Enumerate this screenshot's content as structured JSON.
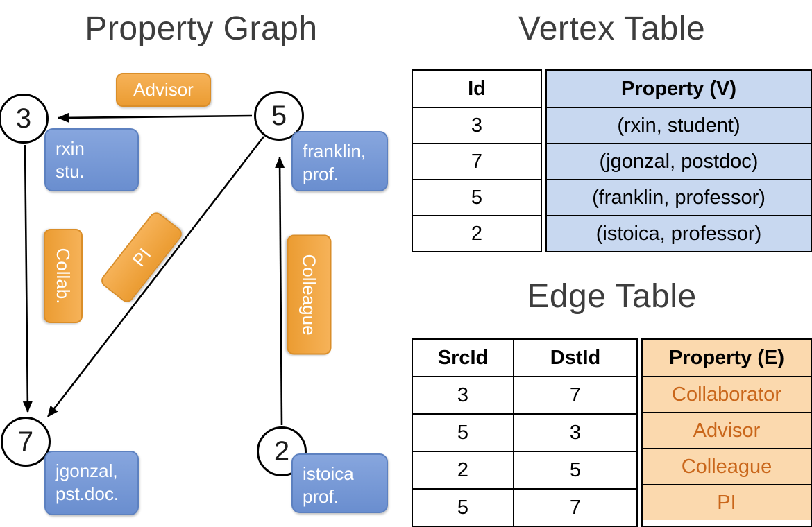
{
  "titles": {
    "graph": "Property Graph",
    "vertex_table": "Vertex Table",
    "edge_table": "Edge Table"
  },
  "graph": {
    "vertices": [
      {
        "id": "3",
        "prop_line1": "rxin",
        "prop_line2": "stu."
      },
      {
        "id": "5",
        "prop_line1": "franklin,",
        "prop_line2": "prof."
      },
      {
        "id": "7",
        "prop_line1": "jgonzal,",
        "prop_line2": "pst.doc."
      },
      {
        "id": "2",
        "prop_line1": "istoica",
        "prop_line2": "prof."
      }
    ],
    "edge_labels": [
      {
        "label": "Advisor"
      },
      {
        "label": "Collab."
      },
      {
        "label": "PI"
      },
      {
        "label": "Colleague"
      }
    ]
  },
  "vertex_table": {
    "headers": {
      "id": "Id",
      "property": "Property (V)"
    },
    "rows": [
      {
        "id": "3",
        "property": "(rxin, student)"
      },
      {
        "id": "7",
        "property": "(jgonzal, postdoc)"
      },
      {
        "id": "5",
        "property": "(franklin, professor)"
      },
      {
        "id": "2",
        "property": "(istoica, professor)"
      }
    ]
  },
  "edge_table": {
    "headers": {
      "src": "SrcId",
      "dst": "DstId",
      "property": "Property (E)"
    },
    "rows": [
      {
        "src": "3",
        "dst": "7",
        "property": "Collaborator"
      },
      {
        "src": "5",
        "dst": "3",
        "property": "Advisor"
      },
      {
        "src": "2",
        "dst": "5",
        "property": "Colleague"
      },
      {
        "src": "5",
        "dst": "7",
        "property": "PI"
      }
    ]
  },
  "colors": {
    "vertex_box_fill": "#7396d3",
    "edge_box_fill": "#f0a440",
    "vertex_table_property_bg": "#c8d8f0",
    "edge_table_property_bg": "#fbd9ae",
    "edge_table_property_text": "#c9661a",
    "title_text": "#3d3d3d",
    "line_color": "#000000"
  }
}
